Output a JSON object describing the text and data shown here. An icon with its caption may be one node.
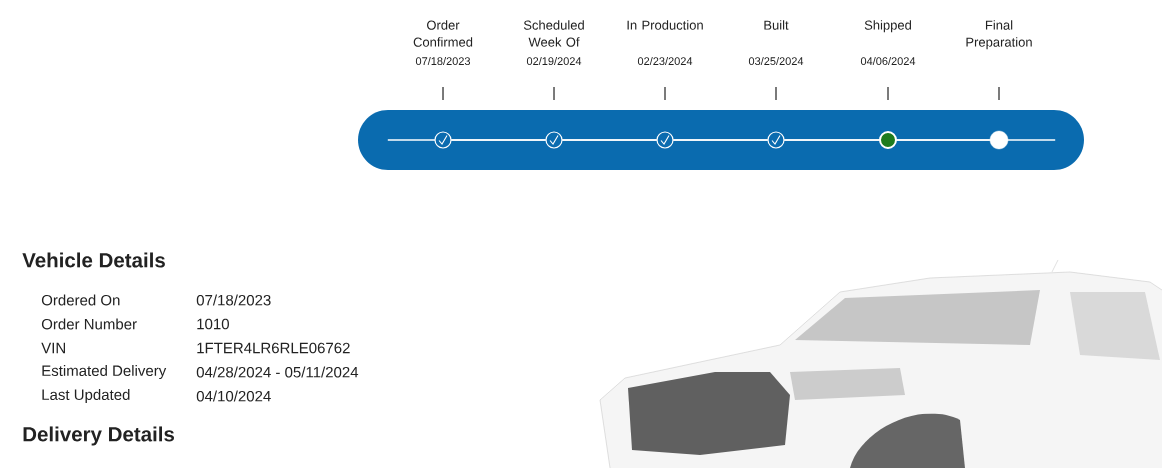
{
  "diagram": {
    "nodes": [
      {
        "text": [],
        "shape": "bar"
      },
      {
        "text": [],
        "shape": "circle",
        "in": 0
      },
      {
        "text": [],
        "shape": "circle",
        "in": 0
      },
      {
        "text": [],
        "shape": "circle",
        "in": 0
      },
      {
        "text": [],
        "shape": "circle",
        "in": 0
      },
      {
        "text": [],
        "shape": "circle",
        "in": 0
      },
      {
        "text": [],
        "shape": "circle",
        "in": 0
      }
    ],
    "edges": [
      {
        "from": 1,
        "to": 2,
        "arrow": "none"
      },
      {
        "from": 2,
        "to": 3,
        "arrow": "none"
      },
      {
        "from": 3,
        "to": 4,
        "arrow": "none"
      },
      {
        "from": 4,
        "to": 5,
        "arrow": "none"
      },
      {
        "from": 5,
        "to": 6,
        "arrow": "none"
      }
    ],
    "labels": [
      "Order Confirmed",
      "07/18/2023",
      "Scheduled Week Of",
      "02/19/2024",
      "In Production",
      "02/23/2024",
      "Built",
      "03/25/2024",
      "Shipped",
      "04/06/2024",
      "Final Preparation",
      "Vehicle Details",
      "Ordered On",
      "07/18/2023",
      "Order Number",
      "1010",
      "VIN",
      "1FTER4LR6RLE06762",
      "Estimated Delivery",
      "04/28/2024 - 05/11/2024",
      "Last Updated",
      "04/10/2024",
      "Delivery Details"
    ]
  }
}
